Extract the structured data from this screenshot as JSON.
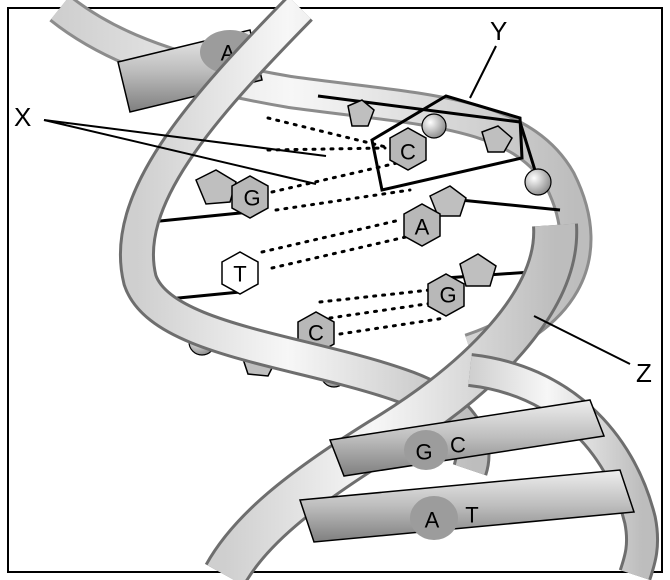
{
  "labels": {
    "x": "X",
    "y": "Y",
    "z": "Z"
  },
  "bases": {
    "top_a": "A",
    "pair1_left": "G",
    "pair1_right": "C",
    "pair2_left": "T",
    "pair2_right": "A",
    "pair3_left": "C",
    "pair3_right": "G",
    "bottom_pair1_left": "G",
    "bottom_pair1_right": "C",
    "bottom_pair2_left": "A",
    "bottom_pair2_right": "T"
  },
  "colors": {
    "ribbon_light": "#f4f4f4",
    "ribbon_shade": "#9e9e9e",
    "base_fill": "#b8b8b8",
    "outline": "#000000"
  }
}
